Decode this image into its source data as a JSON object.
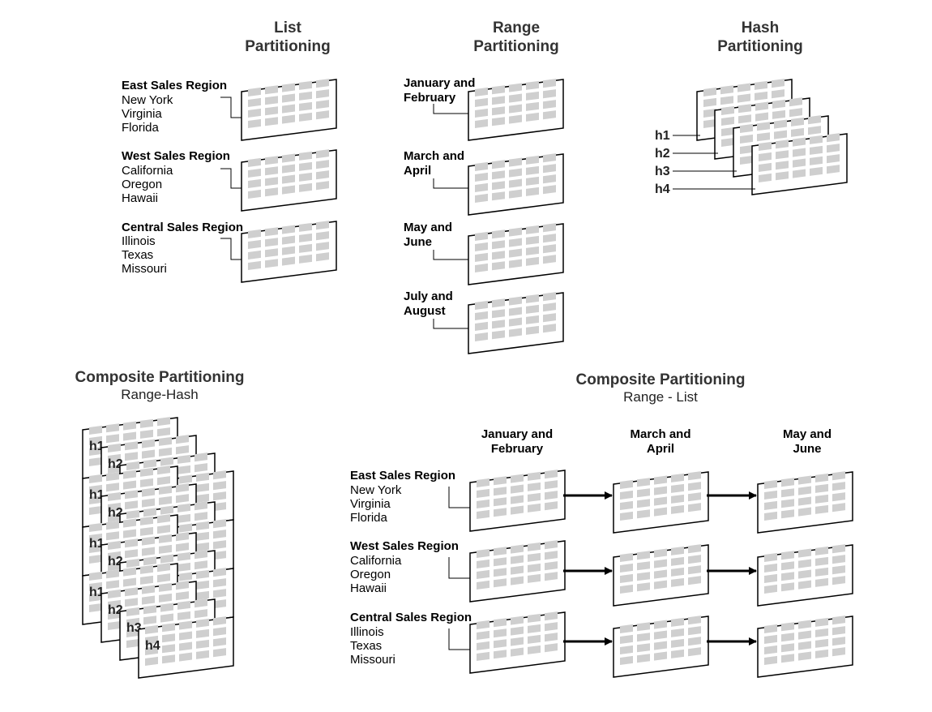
{
  "list_partitioning": {
    "title_line1": "List",
    "title_line2": "Partitioning",
    "regions": [
      {
        "name": "East Sales Region",
        "states": [
          "New York",
          "Virginia",
          "Florida"
        ]
      },
      {
        "name": "West Sales Region",
        "states": [
          "California",
          "Oregon",
          "Hawaii"
        ]
      },
      {
        "name": "Central Sales Region",
        "states": [
          "Illinois",
          "Texas",
          "Missouri"
        ]
      }
    ]
  },
  "range_partitioning": {
    "title_line1": "Range",
    "title_line2": "Partitioning",
    "ranges": [
      [
        "January and",
        "February"
      ],
      [
        "March and",
        "April"
      ],
      [
        "May and",
        "June"
      ],
      [
        "July and",
        "August"
      ]
    ]
  },
  "hash_partitioning": {
    "title_line1": "Hash",
    "title_line2": "Partitioning",
    "labels": [
      "h1",
      "h2",
      "h3",
      "h4"
    ]
  },
  "composite_range_hash": {
    "title": "Composite Partitioning",
    "subtitle": "Range-Hash",
    "labels": [
      "h1",
      "h2",
      "h3",
      "h4"
    ]
  },
  "composite_range_list": {
    "title": "Composite Partitioning",
    "subtitle": "Range - List",
    "columns": [
      [
        "January and",
        "February"
      ],
      [
        "March and",
        "April"
      ],
      [
        "May and",
        "June"
      ]
    ],
    "regions": [
      {
        "name": "East Sales Region",
        "states": [
          "New York",
          "Virginia",
          "Florida"
        ]
      },
      {
        "name": "West Sales Region",
        "states": [
          "California",
          "Oregon",
          "Hawaii"
        ]
      },
      {
        "name": "Central Sales Region",
        "states": [
          "Illinois",
          "Texas",
          "Missouri"
        ]
      }
    ]
  }
}
